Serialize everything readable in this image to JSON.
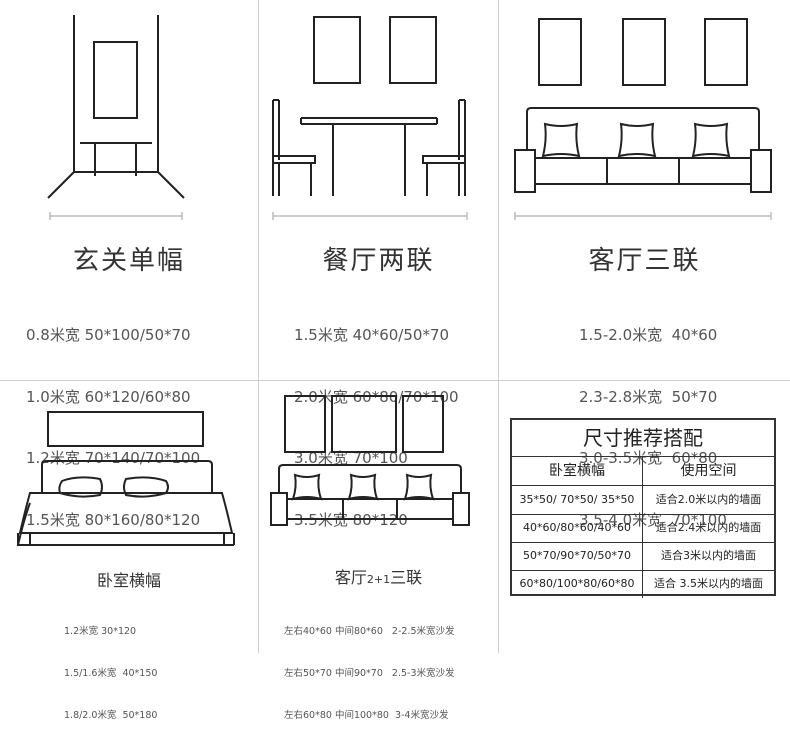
{
  "panels": {
    "entrance": {
      "title": "玄关单幅",
      "specs": [
        "0.8米宽 50*100/50*70",
        "1.0米宽 60*120/60*80",
        "1.2米宽 70*140/70*100",
        "1.5米宽 80*160/80*120"
      ]
    },
    "dining": {
      "title": "餐厅两联",
      "specs": [
        "1.5米宽 40*60/50*70",
        "2.0米宽 60*80/70*100",
        "3.0米宽 70*100",
        "3.5米宽 80*120"
      ]
    },
    "living": {
      "title": "客厅三联",
      "specs": [
        "1.5-2.0米宽  40*60",
        "2.3-2.8米宽  50*70",
        "3.0-3.5米宽  60*80",
        "3.5-4.0米宽  70*100"
      ]
    },
    "bedroom": {
      "title": "卧室横幅",
      "specs": [
        "1.2米宽 30*120",
        "1.5/1.6米宽  40*150",
        "1.8/2.0米宽  50*180"
      ]
    },
    "living21": {
      "title_main": "客厅",
      "title_sub": "2+1",
      "title_end": "三联",
      "specs": [
        "左右40*60 中间80*60   2-2.5米宽沙发",
        "左右50*70 中间90*70   2.5-3米宽沙发",
        "左右60*80 中间100*80  3-4米宽沙发"
      ]
    }
  },
  "size_table": {
    "title": "尺寸推荐搭配",
    "header": [
      "卧室横幅",
      "使用空间"
    ],
    "rows": [
      [
        "35*50/ 70*50/ 35*50",
        "适合2.0米以内的墙面"
      ],
      [
        "40*60/80*60/40*60",
        "适合2.4米以内的墙面"
      ],
      [
        "50*70/90*70/50*70",
        "适合3米以内的墙面"
      ],
      [
        "60*80/100*80/60*80",
        "适合 3.5米以内的墙面"
      ]
    ]
  }
}
